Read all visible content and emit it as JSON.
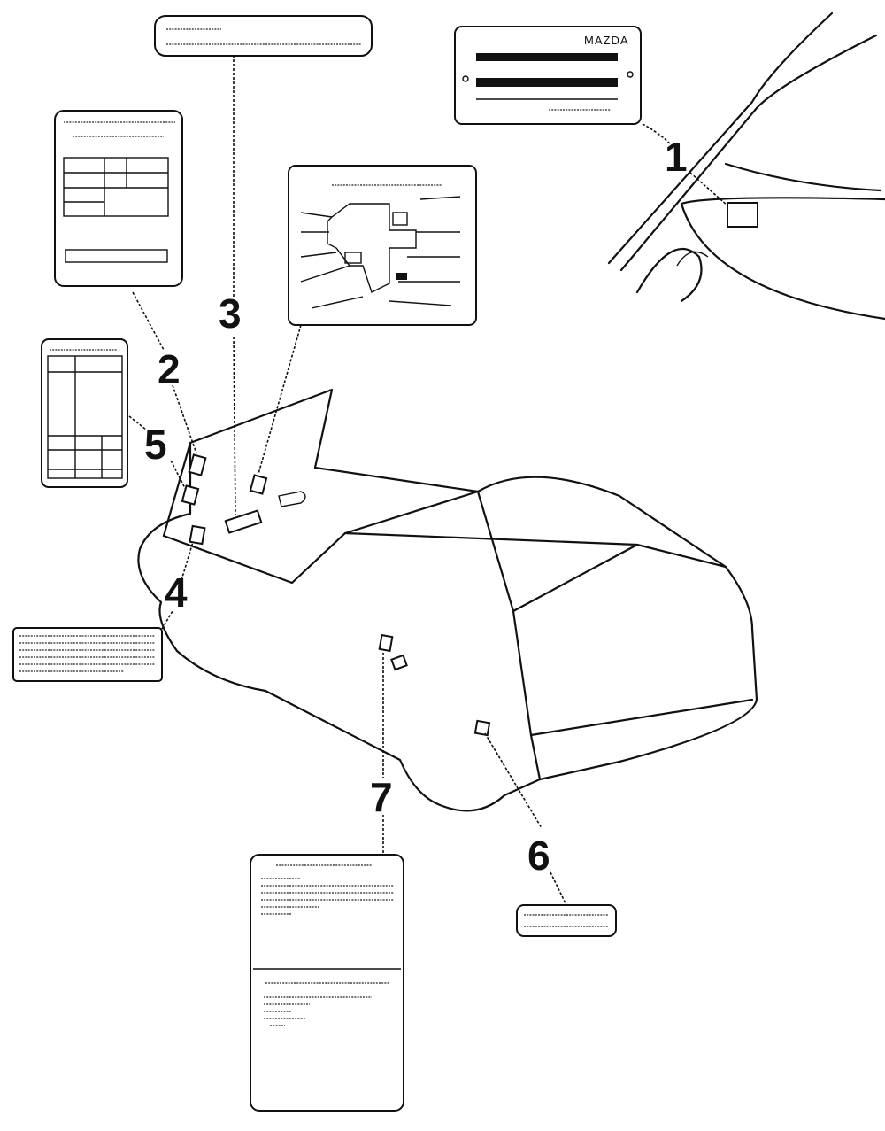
{
  "callouts": [
    {
      "id": "1",
      "label": "1"
    },
    {
      "id": "2",
      "label": "2"
    },
    {
      "id": "3",
      "label": "3"
    },
    {
      "id": "4",
      "label": "4"
    },
    {
      "id": "5",
      "label": "5"
    },
    {
      "id": "6",
      "label": "6"
    },
    {
      "id": "7",
      "label": "7"
    }
  ],
  "label1_brand": "MAZDA",
  "colors": {
    "ink": "#111111",
    "paper": "#ffffff"
  }
}
